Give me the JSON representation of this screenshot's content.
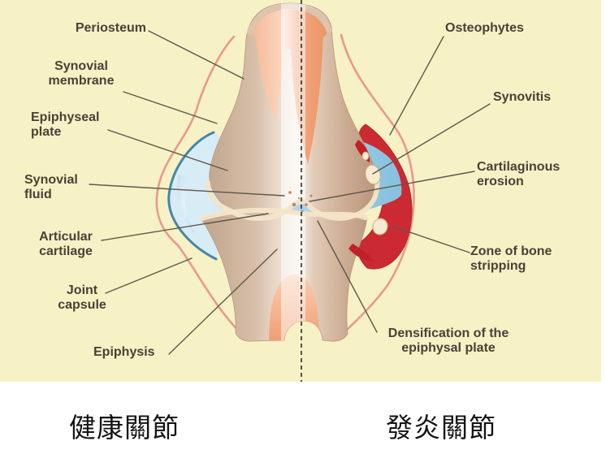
{
  "diagram": {
    "title_implicit": "Knee joint: healthy vs inflamed comparison",
    "left_panel": {
      "caption": "健康關節",
      "labels": [
        {
          "id": "periosteum",
          "lines": [
            "Periosteum"
          ]
        },
        {
          "id": "synovial-membrane",
          "lines": [
            "Synovial",
            "membrane"
          ]
        },
        {
          "id": "epiphyseal-plate",
          "lines": [
            "Epiphyseal",
            "plate"
          ]
        },
        {
          "id": "synovial-fluid",
          "lines": [
            "Synovial",
            "fluid"
          ]
        },
        {
          "id": "articular-cartilage",
          "lines": [
            "Articular",
            "cartilage"
          ]
        },
        {
          "id": "joint-capsule",
          "lines": [
            "Joint",
            "capsule"
          ]
        },
        {
          "id": "epiphysis",
          "lines": [
            "Epiphysis"
          ]
        }
      ]
    },
    "right_panel": {
      "caption": "發炎關節",
      "labels": [
        {
          "id": "osteophytes",
          "lines": [
            "Osteophytes"
          ]
        },
        {
          "id": "synovitis",
          "lines": [
            "Synovitis"
          ]
        },
        {
          "id": "cartilaginous-erosion",
          "lines": [
            "Cartilaginous",
            "erosion"
          ]
        },
        {
          "id": "zone-of-bone-stripping",
          "lines": [
            "Zone of bone",
            "stripping"
          ]
        },
        {
          "id": "densification",
          "lines": [
            "Densification of the",
            "epiphysal plate"
          ]
        }
      ]
    },
    "colors": {
      "background": "#f7f1c6",
      "bone": "#cfb49c",
      "marrow": "#f2a585",
      "synovial_fluid": "#aed5ea",
      "healthy_membrane_outline": "#4586aa",
      "inflamed_synovium": "#cc2a32",
      "joint_capsule_line": "#e79a8b",
      "cartilage_cream": "#f4e5c8",
      "leader_line": "#5f574b",
      "label_text": "#4a4136"
    }
  }
}
